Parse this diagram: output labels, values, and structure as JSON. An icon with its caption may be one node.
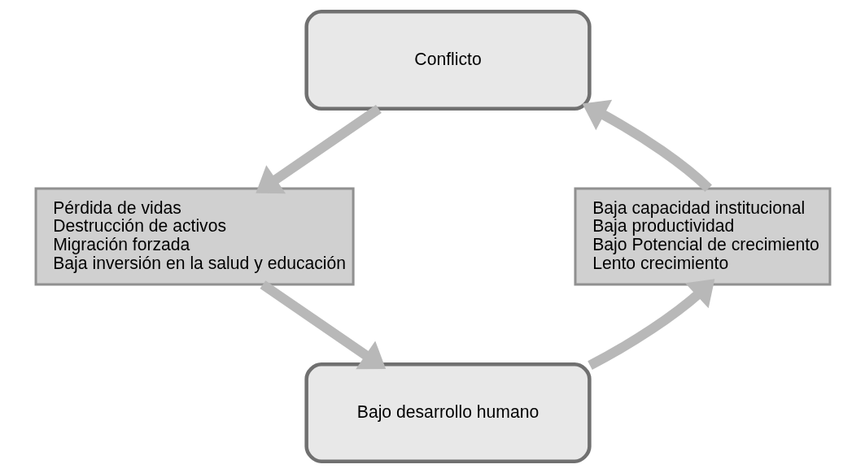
{
  "diagram": {
    "nodes": [
      {
        "text": [
          "Conflicto"
        ]
      },
      {
        "text": [
          "Pérdida de vidas",
          "Destrucción de activos",
          "Migración forzada",
          "Baja inversión en la salud y educación"
        ]
      },
      {
        "text": [
          "Bajo desarrollo humano"
        ]
      },
      {
        "text": [
          "Baja capacidad institucional",
          "Baja productividad",
          "Bajo Potencial de crecimiento",
          "Lento crecimiento"
        ]
      }
    ],
    "edges": [
      {
        "from": 0,
        "to": 1,
        "arrow": "to"
      },
      {
        "from": 1,
        "to": 2,
        "arrow": "to"
      },
      {
        "from": 2,
        "to": 3,
        "arrow": "to"
      },
      {
        "from": 3,
        "to": 0,
        "arrow": "to"
      }
    ]
  }
}
